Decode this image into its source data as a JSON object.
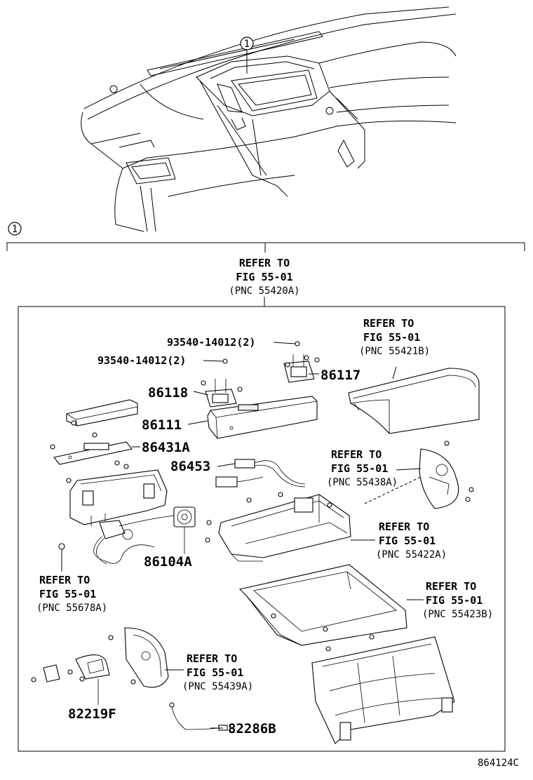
{
  "callout": "1",
  "refer": {
    "refer_to": "REFER TO",
    "fig": "FIG 55-01"
  },
  "pnc_refs": {
    "r55420a": "(PNC 55420A)",
    "r55421b": "(PNC 55421B)",
    "r55438a": "(PNC 55438A)",
    "r55422a": "(PNC 55422A)",
    "r55678a": "(PNC 55678A)",
    "r55423b": "(PNC 55423B)",
    "r55439a": "(PNC 55439A)"
  },
  "parts": {
    "screw_a": "93540-14012(2)",
    "screw_b": "93540-14012(2)",
    "p86117": "86117",
    "p86118": "86118",
    "p86111": "86111",
    "p86431a": "86431A",
    "p86453": "86453",
    "p86104a": "86104A",
    "p82219f": "82219F",
    "p82286b": "82286B"
  },
  "figure_id": "864124C"
}
